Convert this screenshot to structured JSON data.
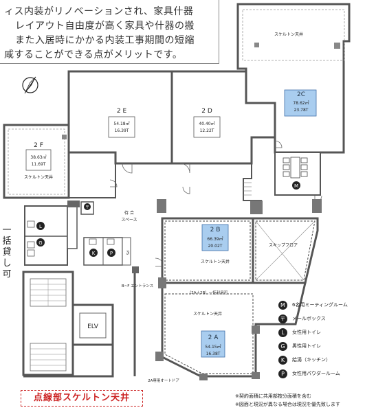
{
  "intro": {
    "lines": [
      "ィス内装がリノベーションされ、家具什器",
      "レイアウト自由度が高く家具や什器の搬",
      "また入居時にかかる内装工事期間の短縮",
      "咸することができる点がメリットです。"
    ]
  },
  "vertical_text": [
    "一",
    "括",
    "貸",
    "し",
    "可"
  ],
  "rooms": {
    "r2c": {
      "name": "2C",
      "area": "78.62㎡",
      "tsubo": "23.78T"
    },
    "r2e": {
      "name": "2 E",
      "area": "54.18㎡",
      "tsubo": "16.39T"
    },
    "r2d": {
      "name": "2 D",
      "area": "40.40㎡",
      "tsubo": "12.22T"
    },
    "r2f": {
      "name": "2 F",
      "area": "38.63㎡",
      "tsubo": "11.69T"
    },
    "r2b": {
      "name": "2 B",
      "area": "66.39㎡",
      "tsubo": "20.02T"
    },
    "r2a": {
      "name": "2 A",
      "area": "54.15㎡",
      "tsubo": "16.38T"
    }
  },
  "labels": {
    "skeleton_ceiling": "スケルトン天井",
    "waiting_space_1": "待 合",
    "waiting_space_2": "スペース",
    "skip_floor": "スキップフロア",
    "entrance": "B~F エントランス",
    "combined_lease": "（2A＋2B）一括利用可",
    "auto_door": "2A専用オートドア",
    "elv": "ELV",
    "ps": "PS"
  },
  "legend": [
    {
      "icon": "M",
      "label": "6名用ミーティングルーム"
    },
    {
      "icon": "〒",
      "label": "メールボックス"
    },
    {
      "icon": "L",
      "label": "女性用トイレ"
    },
    {
      "icon": "G",
      "label": "男性用トイレ"
    },
    {
      "icon": "K",
      "label": "給湯（キッチン）"
    },
    {
      "icon": "P",
      "label": "女性用パウダールーム"
    }
  ],
  "skeleton_banner": "点線部スケルトン天井",
  "footnotes": [
    "※契約面積に共用部按分面積を含む",
    "※図面と現況が異なる場合は現況を優先致します"
  ],
  "colors": {
    "wall": "#555555",
    "room_highlight": "#a9cdef",
    "banner_red": "#cc2222"
  }
}
